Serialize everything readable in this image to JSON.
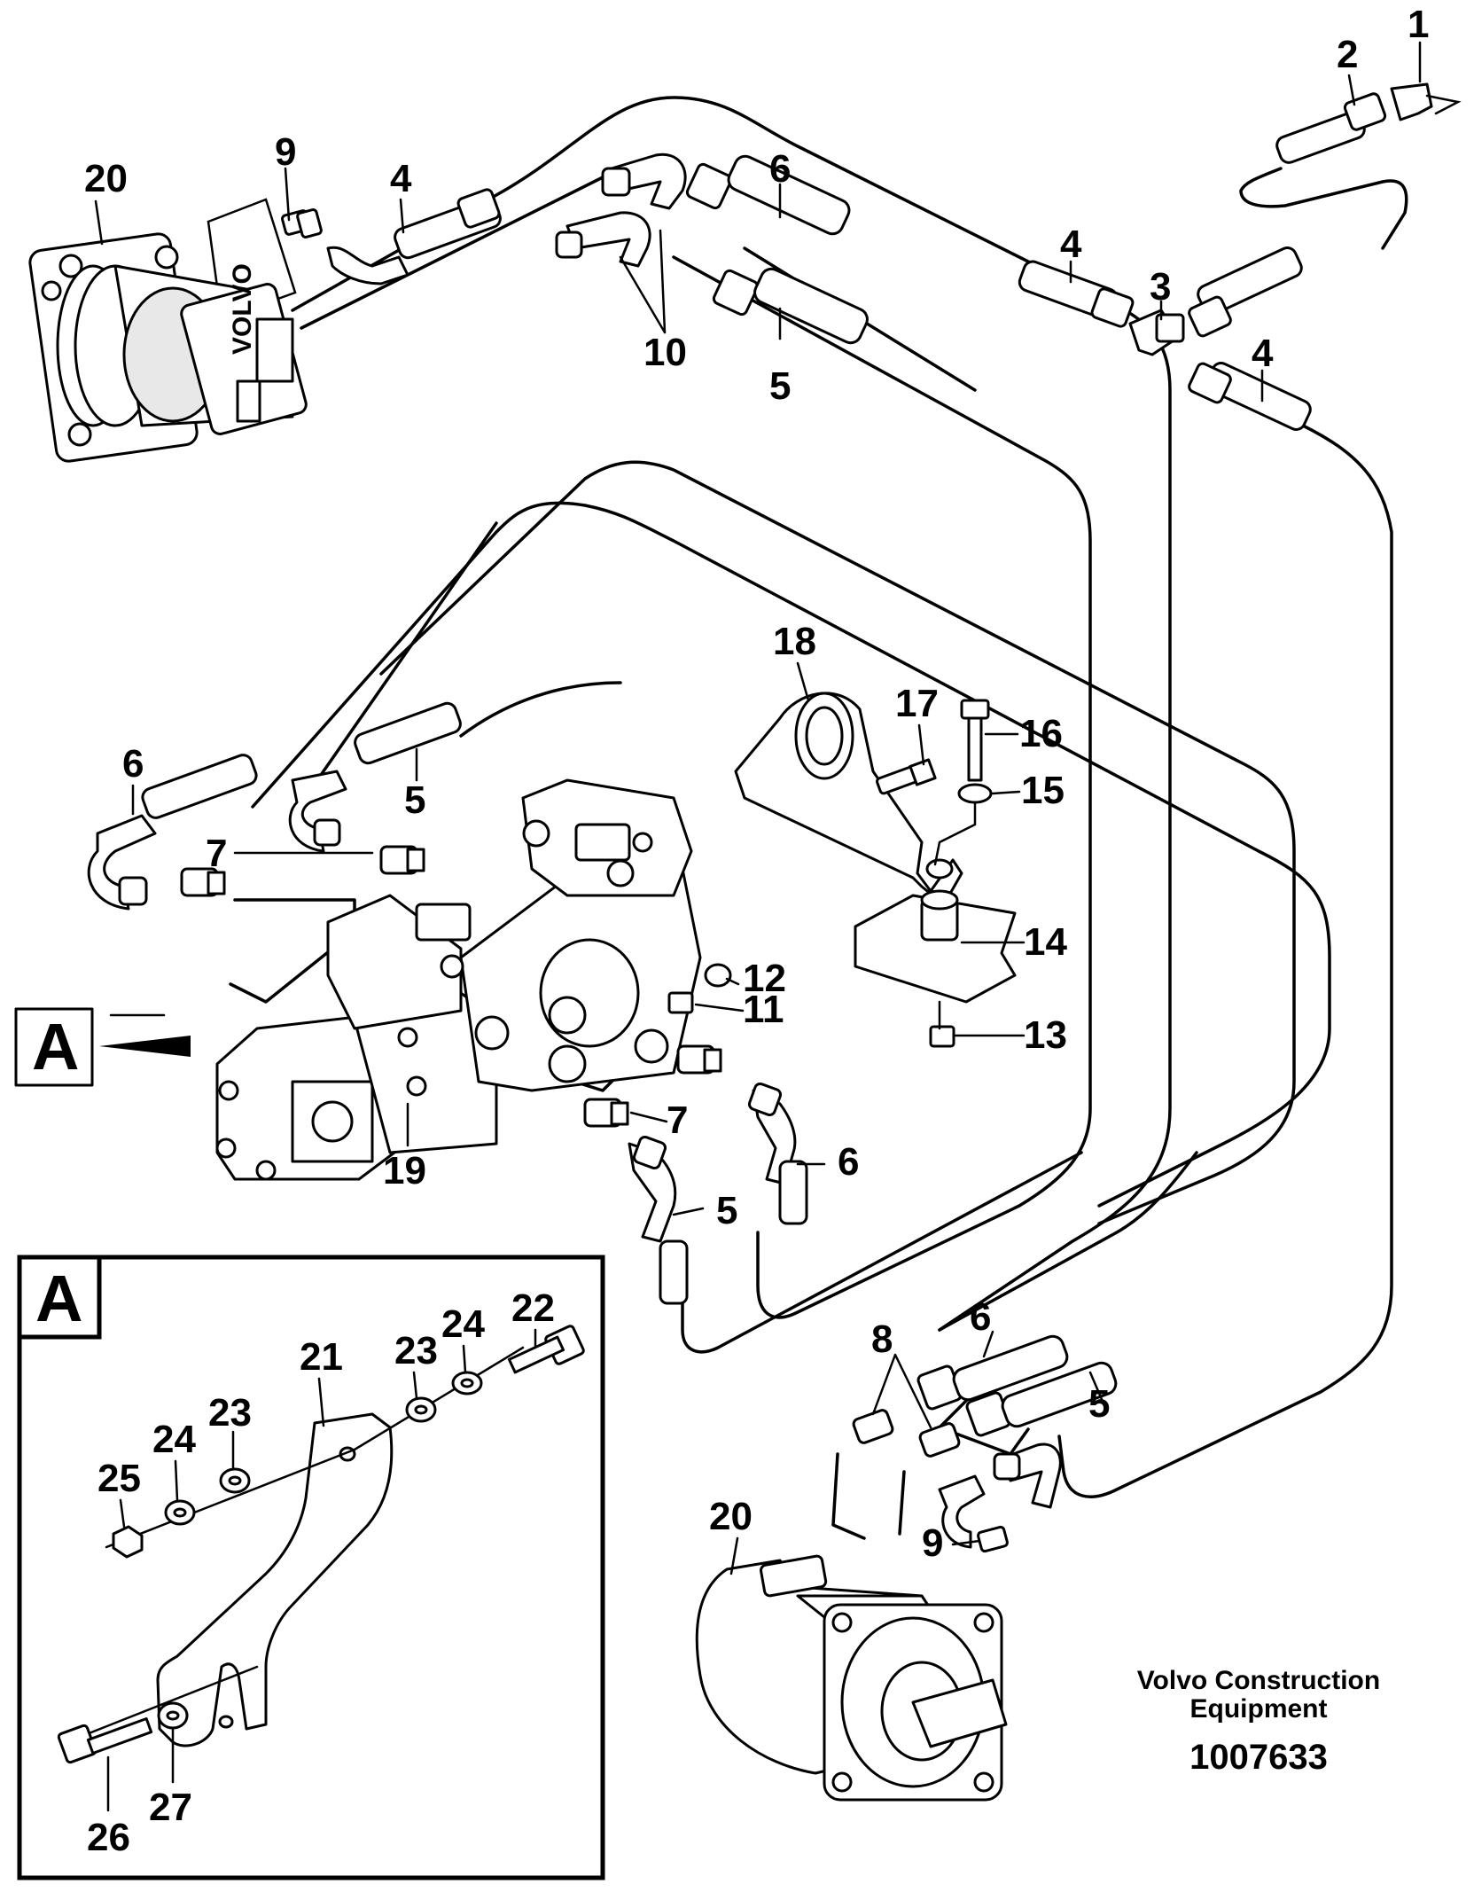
{
  "callouts": {
    "c1": "1",
    "c2": "2",
    "c3": "3",
    "c4a": "4",
    "c4b": "4",
    "c4c": "4",
    "c5a": "5",
    "c5b": "5",
    "c5c": "5",
    "c5d": "5",
    "c6a": "6",
    "c6b": "6",
    "c6c": "6",
    "c6d": "6",
    "c7a": "7",
    "c7b": "7",
    "c8": "8",
    "c9a": "9",
    "c9b": "9",
    "c10": "10",
    "c11": "11",
    "c12": "12",
    "c13": "13",
    "c14": "14",
    "c15": "15",
    "c16": "16",
    "c17": "17",
    "c18": "18",
    "c19": "19",
    "c20a": "20",
    "c20b": "20",
    "c21": "21",
    "c22": "22",
    "c23a": "23",
    "c23b": "23",
    "c24a": "24",
    "c24b": "24",
    "c25": "25",
    "c26": "26",
    "c27": "27"
  },
  "detail": {
    "marker": "A",
    "box_label": "A"
  },
  "footer": {
    "company_line1": "Volvo Construction",
    "company_line2": "Equipment",
    "drawing_number": "1007633"
  }
}
